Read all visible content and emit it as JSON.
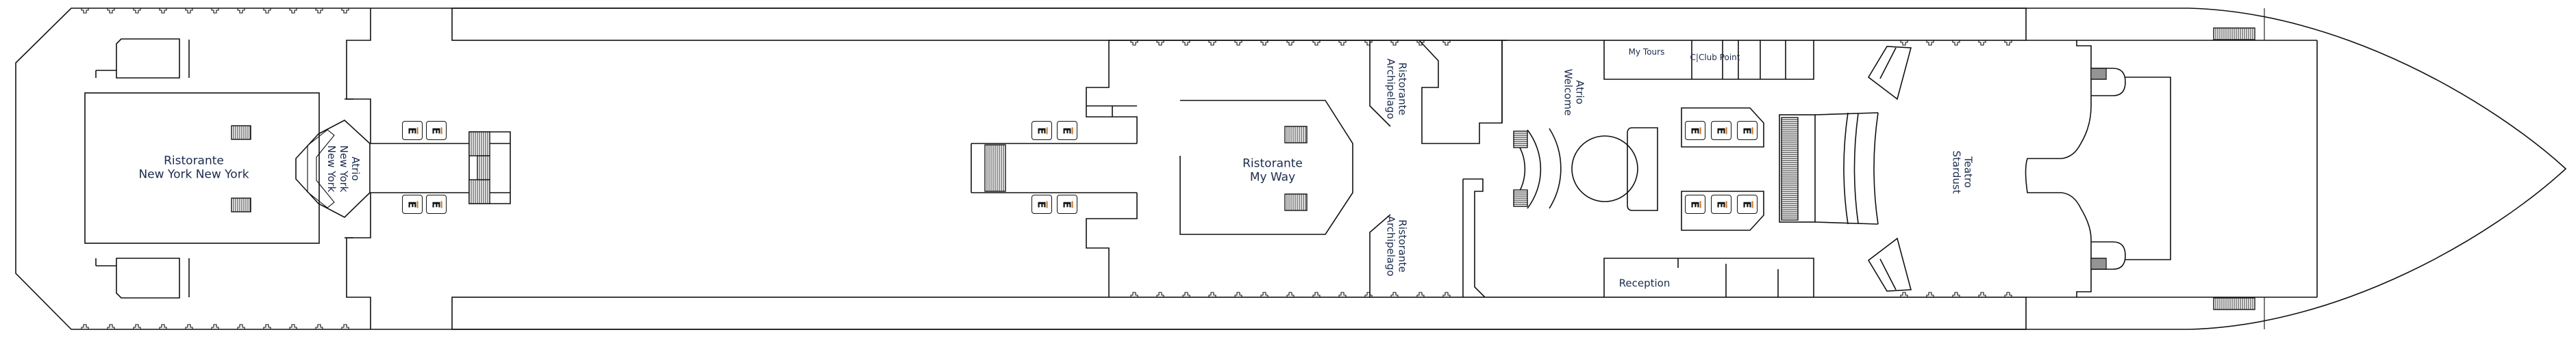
{
  "plan": {
    "title": "Deck plan",
    "venues": {
      "ny_restaurant": [
        "Ristorante",
        "New York New York"
      ],
      "ny_atrium": [
        "Atrio",
        "New York",
        "New York"
      ],
      "my_way": [
        "Ristorante",
        "My Way"
      ],
      "archipelago_port": [
        "Ristorante",
        "Archipelago"
      ],
      "archipelago_starboard": [
        "Ristorante",
        "Archipelago"
      ],
      "atrio_welcome": [
        "Atrio",
        "Welcome"
      ],
      "my_tours": "My Tours",
      "cclub_point": "C|Club Point",
      "reception": "Reception",
      "teatro": [
        "Teatro",
        "Stardust"
      ]
    },
    "elevator_symbol": "E",
    "elevator_icon": "elevator-icon",
    "colors": {
      "label_text": "#1b2b4d",
      "lines": "#111111",
      "background": "#ffffff"
    }
  }
}
